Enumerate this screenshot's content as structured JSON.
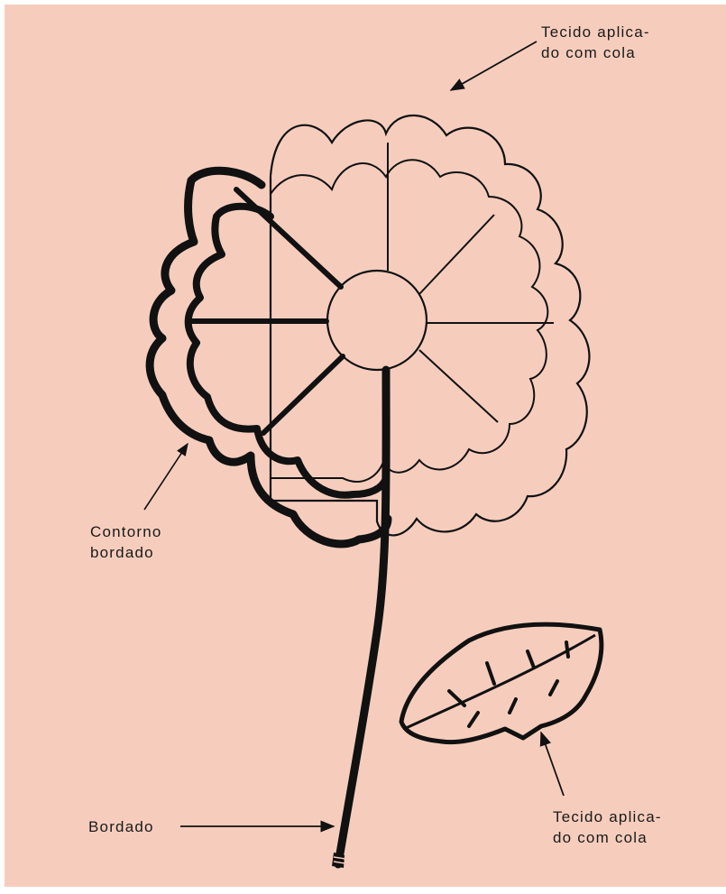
{
  "colors": {
    "background": "#f6cdbd",
    "line": "#111111"
  },
  "labels": {
    "top_line1": "Tecido aplica-",
    "top_line2": "do com cola",
    "left_line1": "Contorno",
    "left_line2": "bordado",
    "bottom": "Bordado",
    "leaf_line1": "Tecido aplica-",
    "leaf_line2": "do com cola"
  }
}
